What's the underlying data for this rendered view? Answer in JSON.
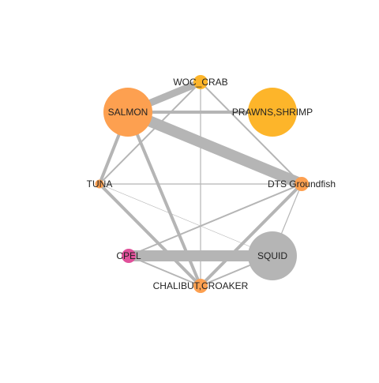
{
  "colors": {
    "edge": "#b5b5b5",
    "orange": "#fda050",
    "gold": "#fdb52a",
    "grey": "#b5b5b5",
    "pink": "#e0509a"
  },
  "nodes": [
    {
      "id": "woc_crab",
      "label": "WOC_CRAB",
      "color": "#fdb52a",
      "size": "small"
    },
    {
      "id": "salmon",
      "label": "SALMON",
      "color": "#fda050",
      "size": "large"
    },
    {
      "id": "prawns_shrimp",
      "label": "PRAWNS,SHRIMP",
      "color": "#fdb52a",
      "size": "large"
    },
    {
      "id": "tuna",
      "label": "TUNA",
      "color": "#fda050",
      "size": "tiny"
    },
    {
      "id": "dts_groundfish",
      "label": "DTS Groundfish",
      "color": "#fda050",
      "size": "small"
    },
    {
      "id": "cpel",
      "label": "CPEL",
      "color": "#e0509a",
      "size": "small"
    },
    {
      "id": "squid",
      "label": "SQUID",
      "color": "#b5b5b5",
      "size": "large"
    },
    {
      "id": "chalibut_croaker",
      "label": "CHALIBUT,CROAKER",
      "color": "#fda050",
      "size": "small"
    }
  ],
  "edges": [
    {
      "source": "salmon",
      "target": "woc_crab",
      "weight": "heavy"
    },
    {
      "source": "salmon",
      "target": "prawns_shrimp",
      "weight": "medium"
    },
    {
      "source": "salmon",
      "target": "dts_groundfish",
      "weight": "heaviest"
    },
    {
      "source": "salmon",
      "target": "tuna",
      "weight": "medium"
    },
    {
      "source": "salmon",
      "target": "chalibut_croaker",
      "weight": "medium"
    },
    {
      "source": "woc_crab",
      "target": "tuna",
      "weight": "light"
    },
    {
      "source": "woc_crab",
      "target": "dts_groundfish",
      "weight": "light"
    },
    {
      "source": "woc_crab",
      "target": "chalibut_croaker",
      "weight": "thin"
    },
    {
      "source": "tuna",
      "target": "dts_groundfish",
      "weight": "thin"
    },
    {
      "source": "tuna",
      "target": "chalibut_croaker",
      "weight": "medium"
    },
    {
      "source": "tuna",
      "target": "squid",
      "weight": "hair"
    },
    {
      "source": "dts_groundfish",
      "target": "cpel",
      "weight": "light"
    },
    {
      "source": "dts_groundfish",
      "target": "squid",
      "weight": "thin"
    },
    {
      "source": "dts_groundfish",
      "target": "chalibut_croaker",
      "weight": "medium"
    },
    {
      "source": "cpel",
      "target": "squid",
      "weight": "heaviest"
    },
    {
      "source": "cpel",
      "target": "chalibut_croaker",
      "weight": "light"
    },
    {
      "source": "squid",
      "target": "chalibut_croaker",
      "weight": "light"
    }
  ]
}
